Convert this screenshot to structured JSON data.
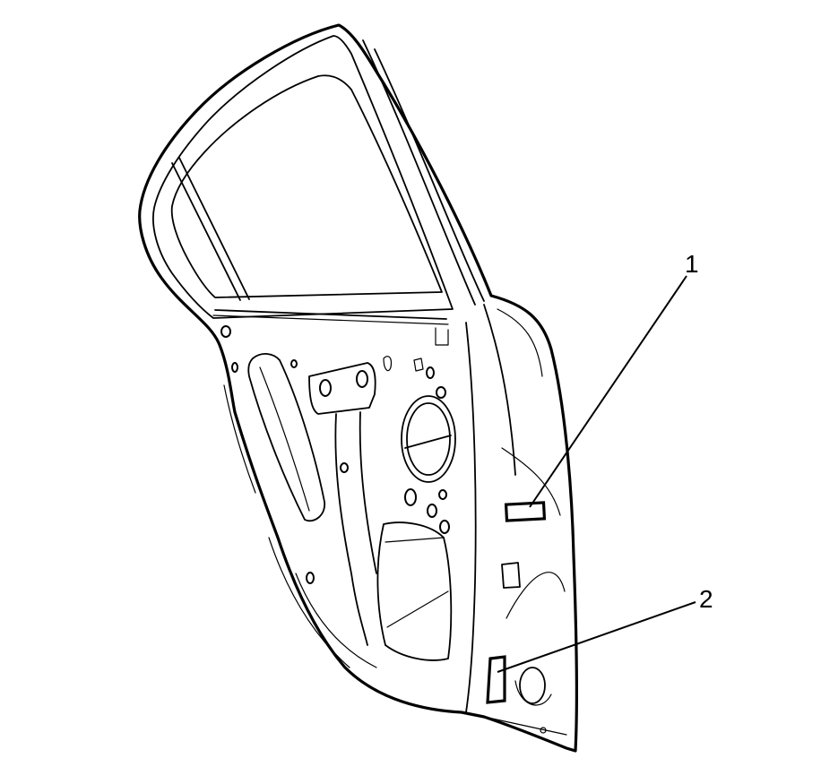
{
  "callouts": [
    {
      "id": 1,
      "label": "1"
    },
    {
      "id": 2,
      "label": "2"
    }
  ]
}
